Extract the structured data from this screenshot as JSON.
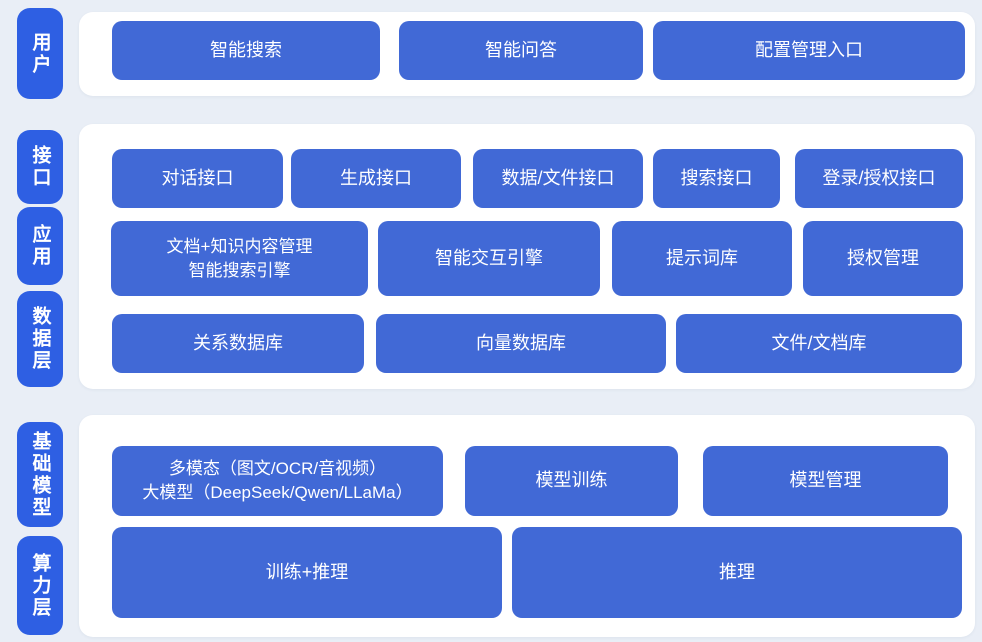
{
  "colors": {
    "page_bg": "#e9eef6",
    "panel_bg": "#ffffff",
    "pill_blue": "#2e5fe3",
    "node_blue": "#4169d6",
    "text": "#ffffff"
  },
  "diagram": {
    "layers": {
      "user": {
        "label": "用户",
        "nodes": [
          {
            "label": "智能搜索"
          },
          {
            "label": "智能问答"
          },
          {
            "label": "配置管理入口"
          }
        ]
      },
      "interface": {
        "label": "接口",
        "nodes": [
          {
            "label": "对话接口"
          },
          {
            "label": "生成接口"
          },
          {
            "label": "数据/文件接口"
          },
          {
            "label": "搜索接口"
          },
          {
            "label": "登录/授权接口"
          }
        ]
      },
      "application": {
        "label": "应用",
        "nodes": [
          {
            "line1": "文档+知识内容管理",
            "line2": "智能搜索引擎"
          },
          {
            "label": "智能交互引擎"
          },
          {
            "label": "提示词库"
          },
          {
            "label": "授权管理"
          }
        ]
      },
      "data": {
        "label": "数据层",
        "nodes": [
          {
            "label": "关系数据库"
          },
          {
            "label": "向量数据库"
          },
          {
            "label": "文件/文档库"
          }
        ]
      },
      "foundation_model": {
        "label": "基础模型",
        "nodes": [
          {
            "line1": "多模态（图文/OCR/音视频）",
            "line2": "大模型（DeepSeek/Qwen/LLaMa）"
          },
          {
            "label": "模型训练"
          },
          {
            "label": "模型管理"
          }
        ]
      },
      "compute": {
        "label": "算力层",
        "nodes": [
          {
            "label": "训练+推理"
          },
          {
            "label": "推理"
          }
        ]
      }
    }
  }
}
